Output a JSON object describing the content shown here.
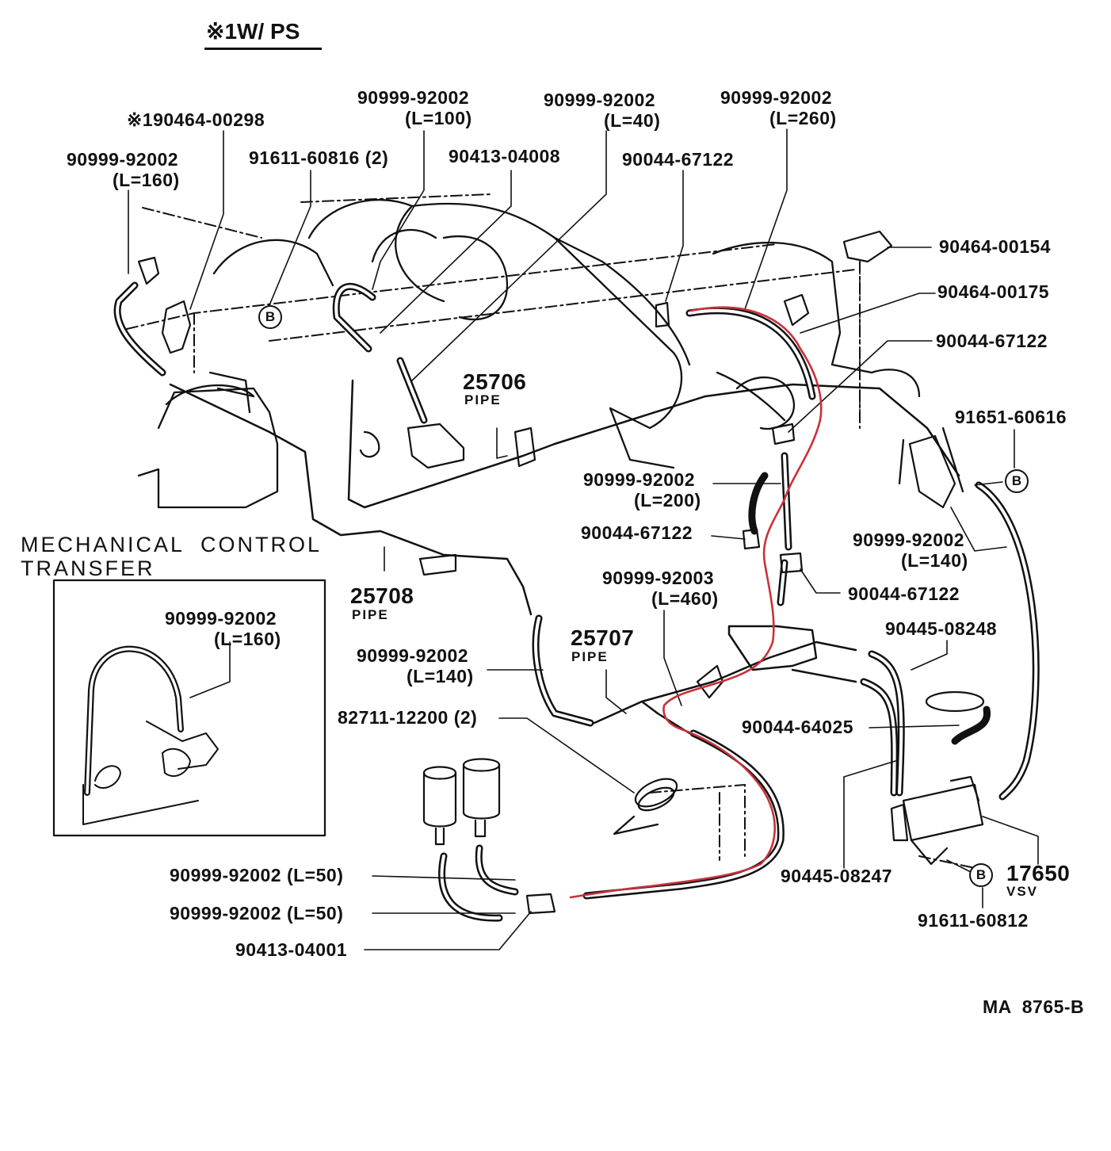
{
  "title": "※1W/ PS",
  "drawing_number": "MA  8765-B",
  "inset": {
    "title_line1": "MECHANICAL  CONTROL",
    "title_line2": "TRANSFER",
    "part": "90999-92002",
    "length": "(L=160)"
  },
  "labels": {
    "p_190464_00298": "※190464-00298",
    "p_92002_l160": "90999-92002",
    "l_160": "(L=160)",
    "p_91611_60816": "91611-60816 (2)",
    "p_92002_l100": "90999-92002",
    "l_100": "(L=100)",
    "p_90413_04008": "90413-04008",
    "p_92002_l40": "90999-92002",
    "l_40": "(L=40)",
    "p_90044_67122_top": "90044-67122",
    "p_92002_l260": "90999-92002",
    "l_260": "(L=260)",
    "p_90464_00154": "90464-00154",
    "p_90464_00175": "90464-00175",
    "p_90044_67122_right": "90044-67122",
    "p_91651_60616": "91651-60616",
    "pipe_25706": "25706",
    "pipe_25706_word": "PIPE",
    "p_92002_l200": "90999-92002",
    "l_200": "(L=200)",
    "p_90044_67122_mid": "90044-67122",
    "p_92002_l140_right": "90999-92002",
    "l_140_right": "(L=140)",
    "p_92003_l460": "90999-92003",
    "l_460": "(L=460)",
    "p_90044_67122_low": "90044-67122",
    "pipe_25708": "25708",
    "pipe_25708_word": "PIPE",
    "pipe_25707": "25707",
    "pipe_25707_word": "PIPE",
    "p_90445_08248": "90445-08248",
    "p_92002_l140_left": "90999-92002",
    "l_140_left": "(L=140)",
    "p_82711_12200": "82711-12200 (2)",
    "p_90044_64025": "90044-64025",
    "p_92002_l50_a": "90999-92002 (L=50)",
    "p_92002_l50_b": "90999-92002 (L=50)",
    "p_90413_04001": "90413-04001",
    "p_90445_08247": "90445-08247",
    "vsv_number": "17650",
    "vsv_word": "VSV",
    "p_91611_60812": "91611-60812",
    "bolt_mark": "B"
  },
  "colors": {
    "ink": "#111111",
    "highlight": "#c8323a",
    "background": "#ffffff"
  }
}
